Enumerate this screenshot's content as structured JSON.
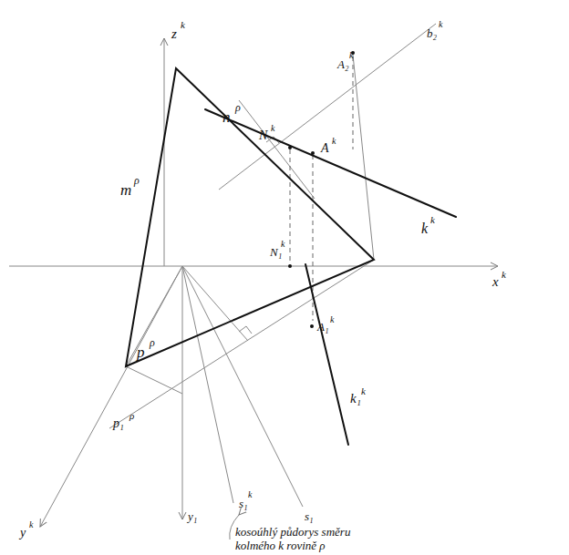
{
  "diagram": {
    "labels": [
      "z",
      "k",
      "x",
      "k",
      "m",
      "ρ",
      "n",
      "ρ",
      "p",
      "ρ",
      "p₁",
      "ρ",
      "N",
      "k",
      "A",
      "k",
      "A₂",
      "k",
      "b₂",
      "k",
      "k",
      "k",
      "N₁",
      "k",
      "A₁",
      "k",
      "k₁",
      "k",
      "s₁",
      "k",
      "s₁",
      "y",
      "k",
      "y₁",
      "kosoúhlý půdorys směru kolmého k rovině ρ"
    ]
  }
}
